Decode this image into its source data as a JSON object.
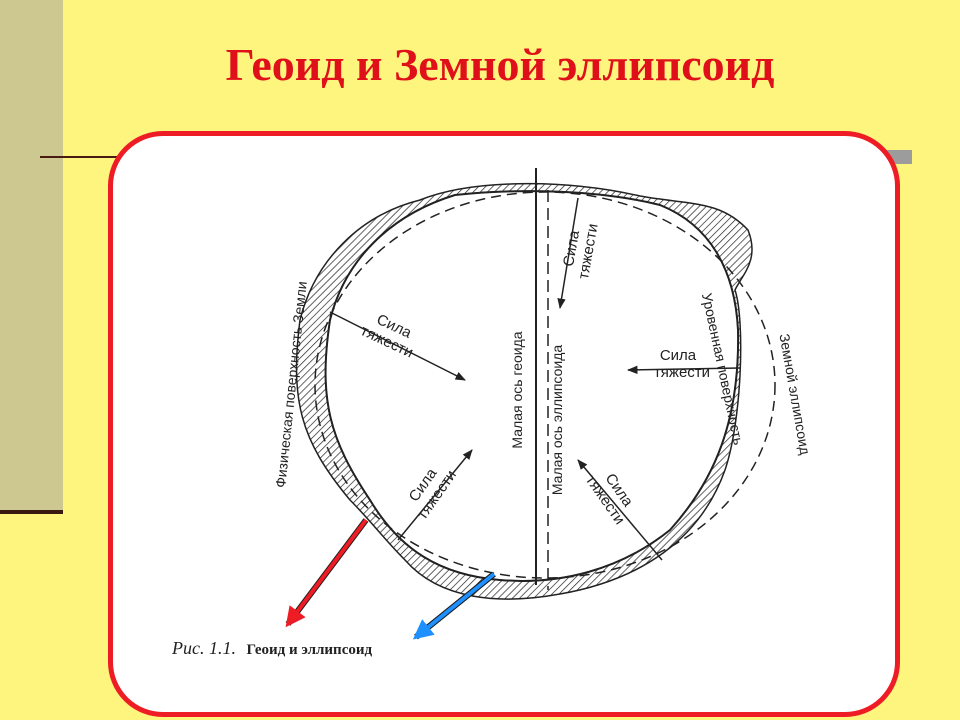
{
  "slide": {
    "title": "Геоид и Земной эллипсоид",
    "colors": {
      "background": "#fdf57d",
      "title": "#e0101a",
      "frame": "#ee1c25",
      "sidebar": "#cdc88f"
    }
  },
  "diagram": {
    "labels": {
      "physical_surface": "Физическая поверхность Земли",
      "level_surface": "Уровенная поверхность",
      "earth_ellipsoid": "Земной эллипсоид",
      "minor_axis_geoid": "Малая ось геоида",
      "minor_axis_ellipsoid": "Малая ось эллипсоида",
      "gravity_line1": "Сила",
      "gravity_line2": "тяжести"
    },
    "caption": {
      "prefix": "Рис. 1.1.",
      "text": "Геоид и эллипсоид"
    },
    "arrows": {
      "red_color": "#ee1c25",
      "blue_color": "#1e90ff"
    }
  }
}
